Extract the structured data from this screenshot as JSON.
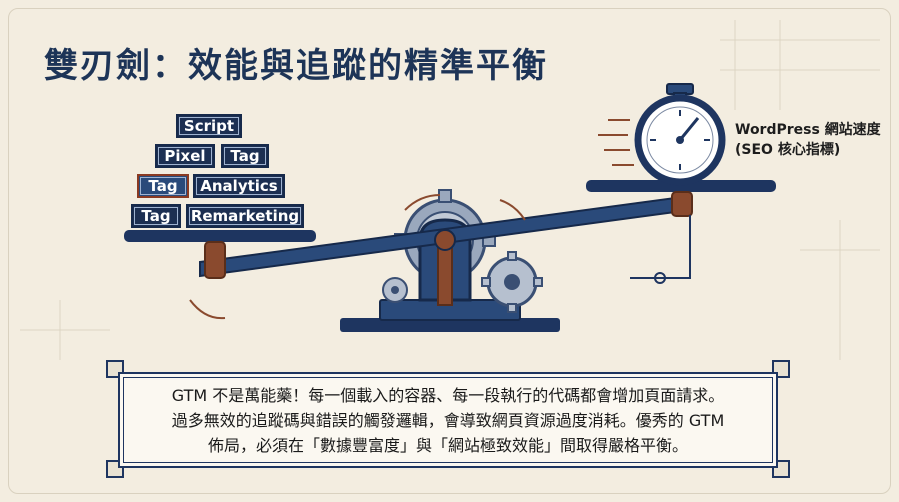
{
  "title": "雙刃劍：效能與追蹤的精準平衡",
  "tag_blocks": [
    "Script",
    "Pixel",
    "Tag",
    "Tag",
    "Analytics",
    "Tag",
    "Remarketing"
  ],
  "speed_label": {
    "line1": "WordPress 網站速度",
    "line2": "(SEO 核心指標)"
  },
  "description": {
    "line1": "GTM 不是萬能藥！每一個載入的容器、每一段執行的代碼都會增加頁面請求。",
    "line2": "過多無效的追蹤碼與錯誤的觸發邏輯，會導致網頁資源過度消耗。優秀的 GTM",
    "line3": "佈局，必須在「數據豐富度」與「網站極致效能」間取得嚴格平衡。"
  },
  "colors": {
    "navy": "#1e3560",
    "accent_brown": "#8a4a2e",
    "background": "#f3ede0"
  }
}
